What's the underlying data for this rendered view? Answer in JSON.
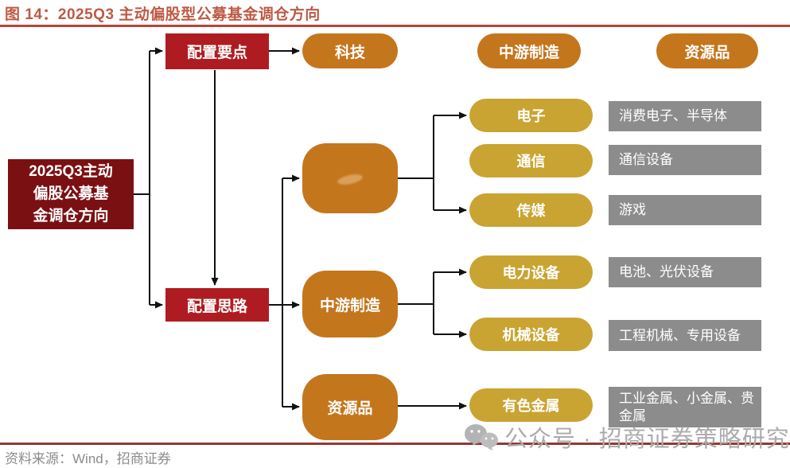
{
  "figure": {
    "title": "图 14：2025Q3 主动偏股型公募基金调仓方向",
    "source": "资料来源：Wind，招商证券"
  },
  "watermark": {
    "icon": "wechat-icon",
    "text": "公众号 · 招商证券策略研究"
  },
  "colors": {
    "title_text": "#bd5a44",
    "top_rule": "#b8453b",
    "bottom_rule": "#953735",
    "root_box": "#7b1012",
    "red_box": "#ae1c21",
    "orange_box": "#c4761d",
    "gold_pill": "#c9a432",
    "gray_box": "#8c8c8c",
    "connector": "#111111",
    "watermark_gray": "#ababab",
    "source_text": "#8b8b8b"
  },
  "diagram": {
    "root": {
      "lines": [
        "2025Q3主动",
        "偏股公募基",
        "金调仓方向"
      ]
    },
    "branch_nodes": [
      {
        "label": "配置要点"
      },
      {
        "label": "配置思路"
      }
    ],
    "top_pills": [
      {
        "label": "科技"
      },
      {
        "label": "中游制造"
      },
      {
        "label": "资源品"
      }
    ],
    "stage_nodes": [
      {
        "label": ""
      },
      {
        "label": "中游制造"
      },
      {
        "label": "资源品"
      }
    ],
    "industry_pills": [
      {
        "label": "电子"
      },
      {
        "label": "通信"
      },
      {
        "label": "传媒"
      },
      {
        "label": "电力设备"
      },
      {
        "label": "机械设备"
      },
      {
        "label": "有色金属"
      }
    ],
    "detail_boxes": [
      {
        "label": "消费电子、半导体"
      },
      {
        "label": "通信设备"
      },
      {
        "label": "游戏"
      },
      {
        "label": "电池、光伏设备"
      },
      {
        "label": "工程机械、专用设备"
      },
      {
        "label": "工业金属、小金属、贵金属"
      }
    ]
  }
}
